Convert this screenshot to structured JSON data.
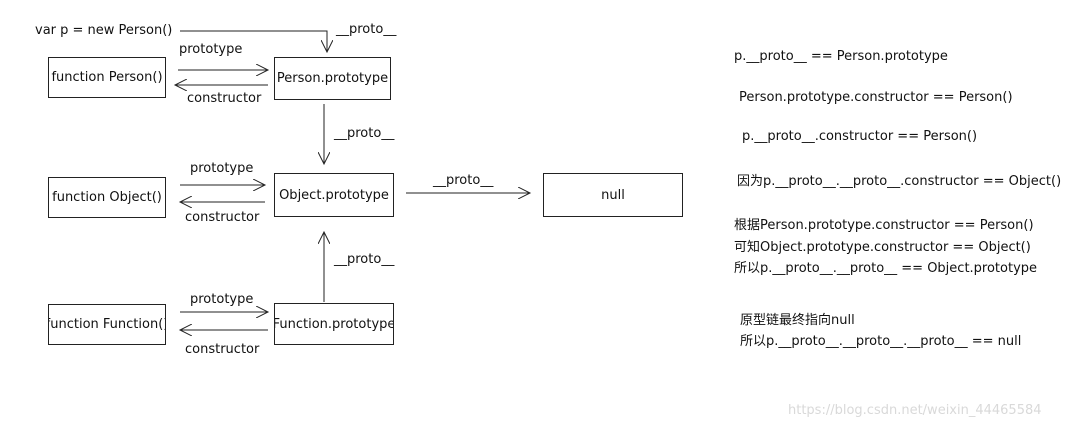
{
  "statement": "var p = new Person()",
  "boxes": {
    "person_fn": "function Person()",
    "person_proto": "Person.prototype",
    "object_fn": "function Object()",
    "object_proto": "Object.prototype",
    "null_box": "null",
    "function_fn": "function Function()",
    "function_proto": "Function.prototype"
  },
  "edge_labels": {
    "p_proto": "__proto__",
    "person_prototype": "prototype",
    "person_constructor": "constructor",
    "person_proto_up": "__proto__",
    "object_prototype": "prototype",
    "object_constructor": "constructor",
    "object_proto_null": "__proto__",
    "function_proto_up": "__proto__",
    "function_prototype": "prototype",
    "function_constructor": "constructor"
  },
  "notes": [
    "p.__proto__ == Person.prototype",
    "Person.prototype.constructor ==  Person()",
    "p.__proto__.constructor ==  Person()",
    "因为p.__proto__.__proto__.constructor == Object()",
    "根据Person.prototype.constructor == Person()",
    "可知Object.prototype.constructor == Object()",
    "所以p.__proto__.__proto__ == Object.prototype",
    "原型链最终指向null",
    "所以p.__proto__.__proto__.__proto__ == null"
  ],
  "watermark": "https://blog.csdn.net/weixin_44465584",
  "colors": {
    "line": "#222222",
    "watermark": "#d9d9d9"
  }
}
